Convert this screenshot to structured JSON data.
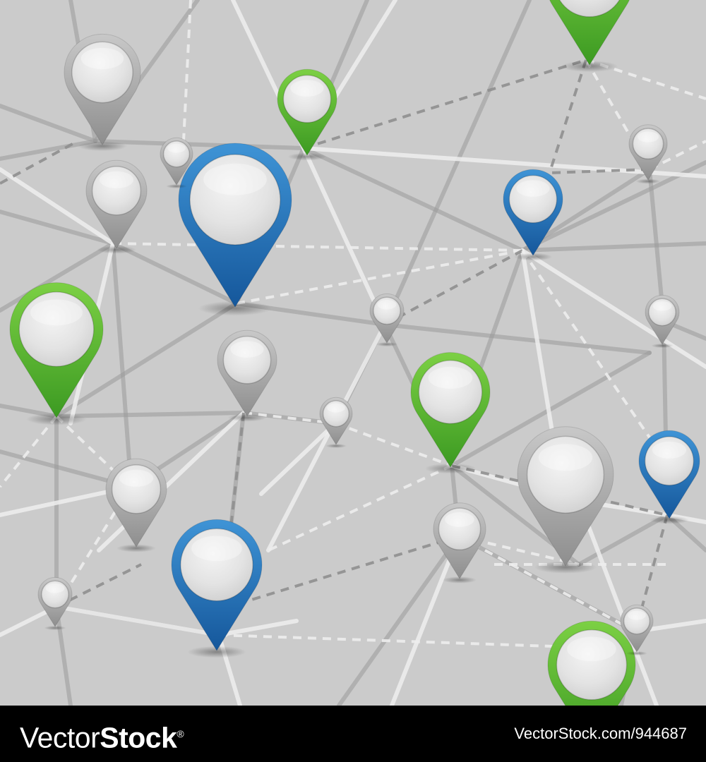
{
  "footer": {
    "logo": {
      "text_a": "Vector",
      "text_b": "Stock",
      "mark": "®"
    },
    "image_id": "VectorStock.com/944687"
  },
  "colors": {
    "background": "#cbcbcb",
    "pin_green": "#52b230",
    "pin_blue": "#1f6fb3",
    "pin_gray": "#a8a8a8",
    "pin_face": "#e6e6e6",
    "line_white": "#eeeeee",
    "line_gray": "#9a9a9a",
    "footer_bg": "#000000"
  }
}
